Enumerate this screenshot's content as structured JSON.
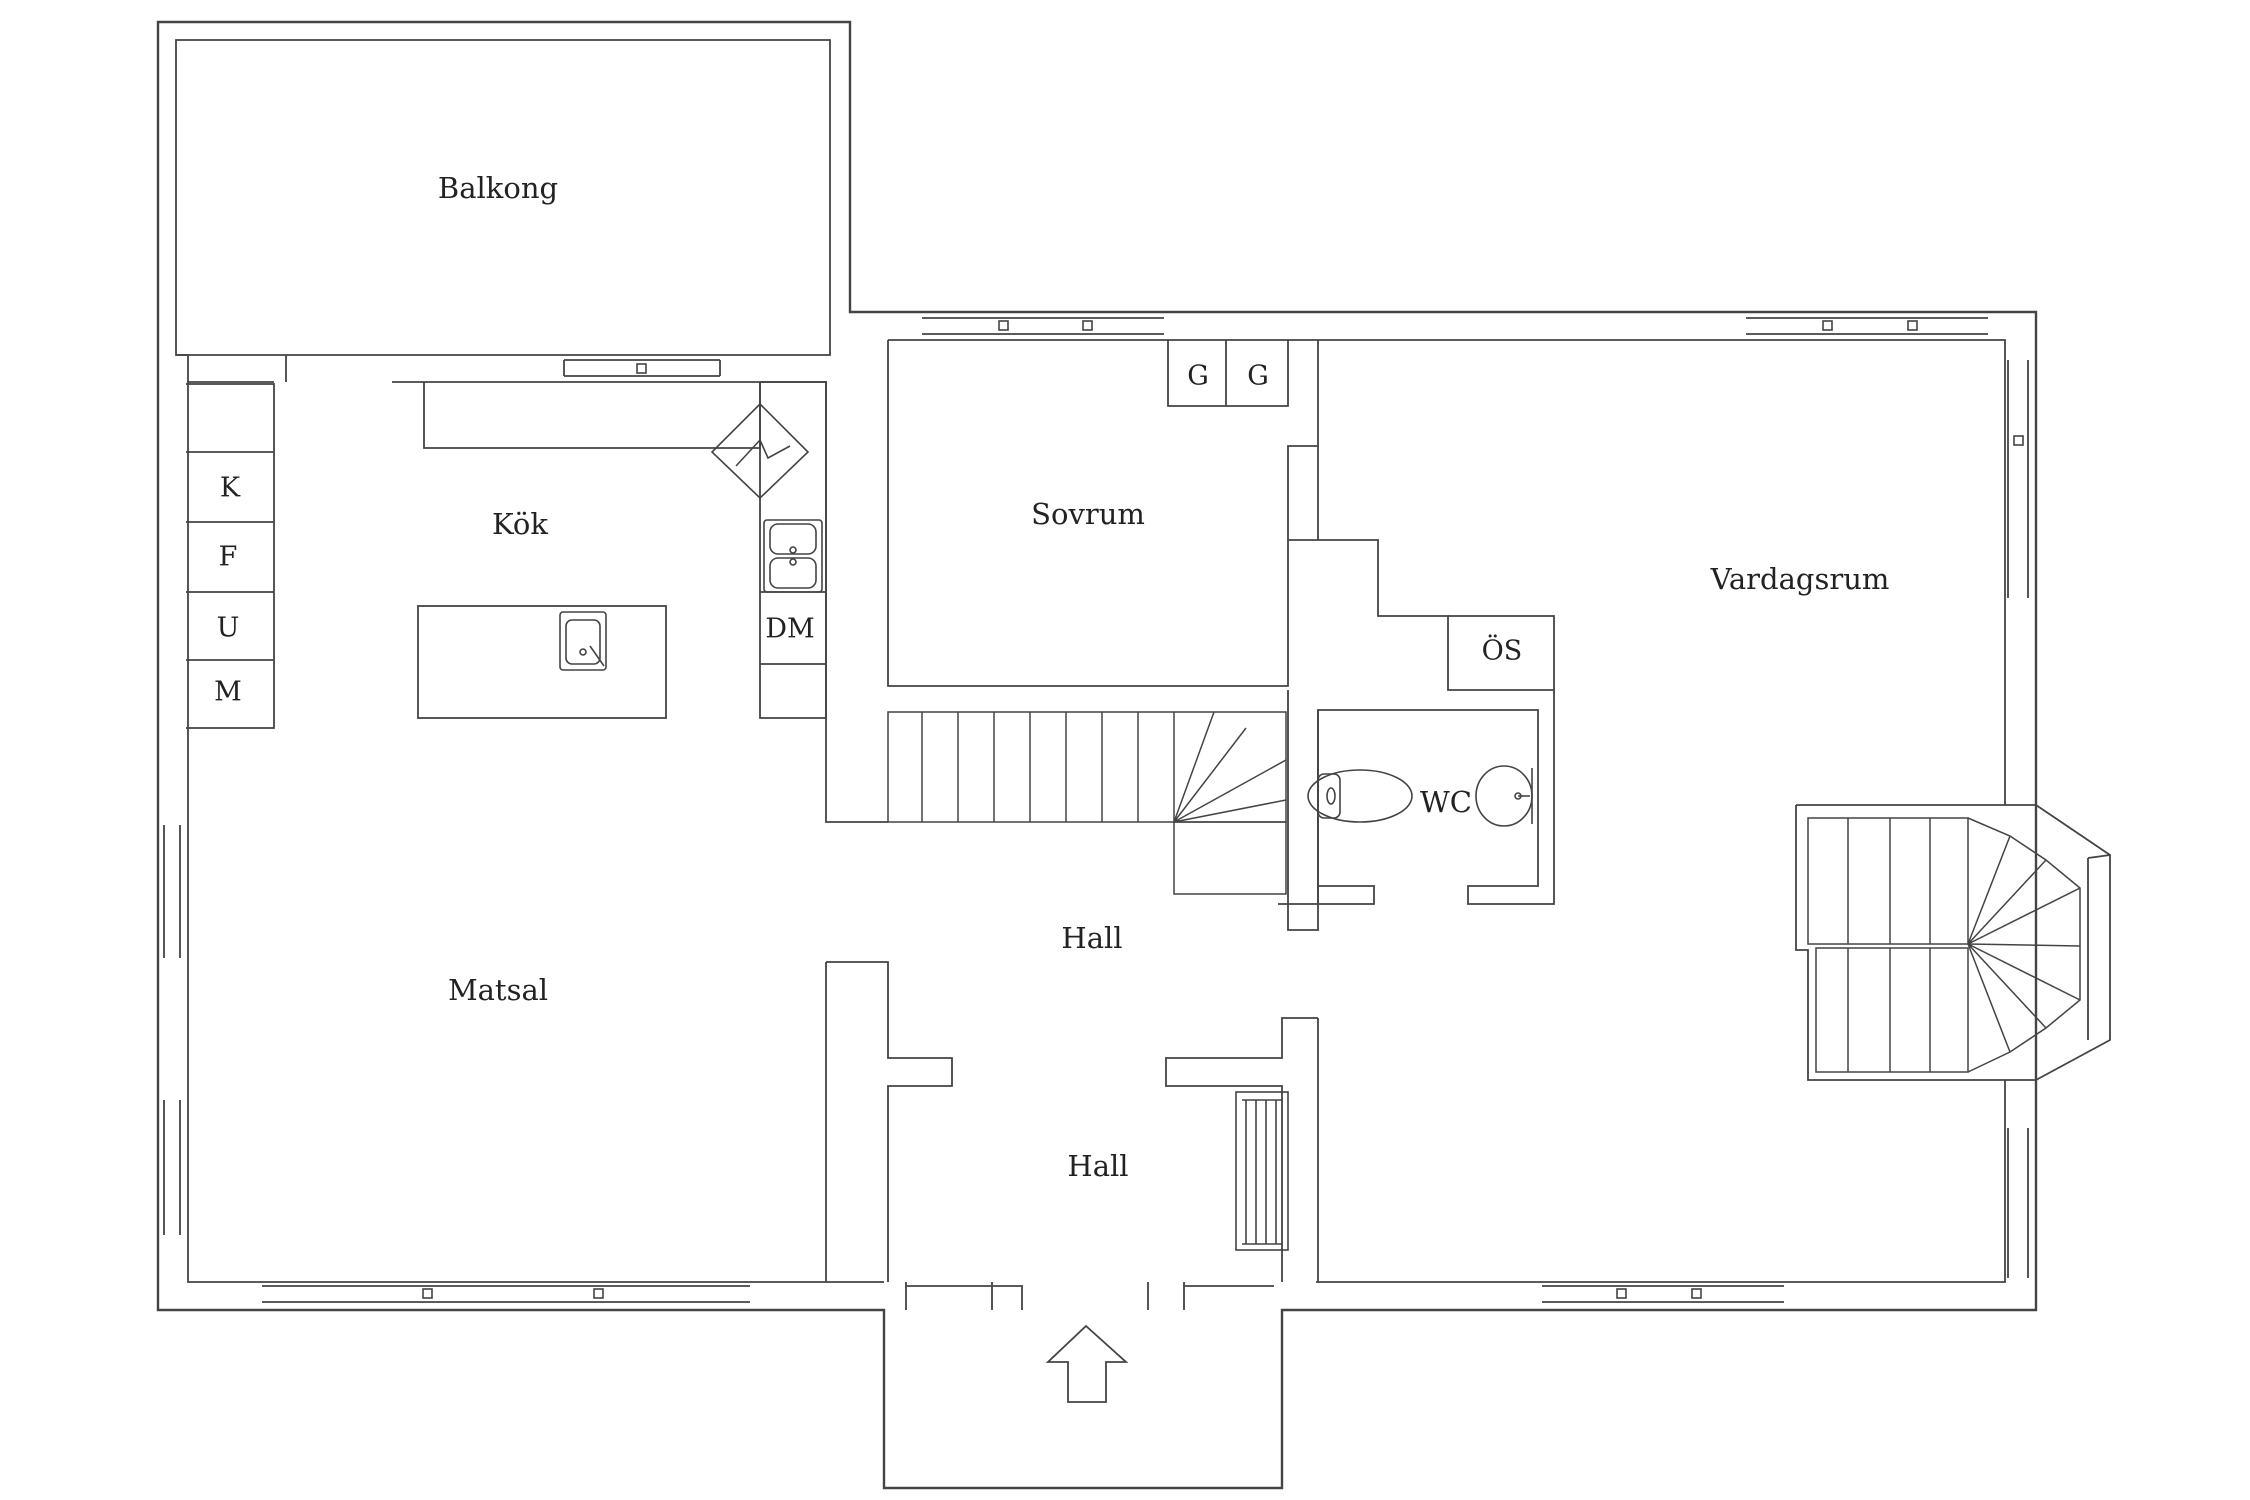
{
  "rooms": {
    "balkong": "Balkong",
    "kok": "Kök",
    "sovrum": "Sovrum",
    "vardagsrum": "Vardagsrum",
    "matsal": "Matsal",
    "hall_main": "Hall",
    "hall_entry": "Hall",
    "wc": "WC"
  },
  "appliances": {
    "k": "K",
    "f": "F",
    "u": "U",
    "m": "M",
    "dm": "DM",
    "g1": "G",
    "g2": "G",
    "os": "ÖS"
  },
  "icons": {
    "entry_arrow": "up-arrow-icon",
    "fireplace": "fireplace-icon",
    "radiator": "radiator-icon"
  }
}
